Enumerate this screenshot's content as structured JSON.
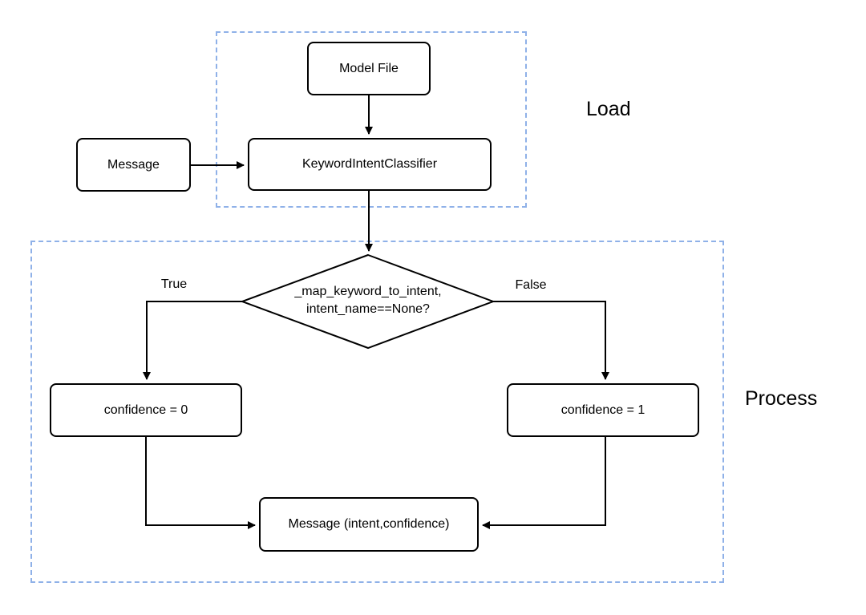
{
  "diagram": {
    "regions": {
      "load": {
        "label": "Load"
      },
      "process": {
        "label": "Process"
      }
    },
    "nodes": {
      "model_file": {
        "label": "Model File"
      },
      "message_in": {
        "label": "Message"
      },
      "classifier": {
        "label": "KeywordIntentClassifier"
      },
      "decision": {
        "label": "_map_keyword_to_intent,\nintent_name==None?"
      },
      "confidence_0": {
        "label": "confidence = 0"
      },
      "confidence_1": {
        "label": "confidence = 1"
      },
      "message_out": {
        "label": "Message (intent,confidence)"
      }
    },
    "edge_labels": {
      "true_branch": "True",
      "false_branch": "False"
    },
    "colors": {
      "region_border": "#8fb1e8",
      "node_border": "#000000",
      "arrow": "#000000",
      "text": "#000000",
      "background": "#ffffff"
    }
  }
}
